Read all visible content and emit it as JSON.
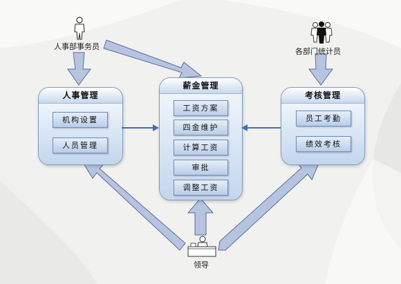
{
  "actors": {
    "hr_clerk": {
      "label": "人事部事务员"
    },
    "dept_stats": {
      "label": "各部门统计员"
    },
    "leader": {
      "label": "领导"
    }
  },
  "modules": {
    "hr": {
      "title": "人事管理",
      "items": [
        "机构设置",
        "人员管理"
      ]
    },
    "salary": {
      "title": "薪金管理",
      "items": [
        "工资方案",
        "四金维护",
        "计算工资",
        "审批",
        "调整工资"
      ]
    },
    "assessment": {
      "title": "考核管理",
      "items": [
        "员工考勤",
        "绩效考核"
      ]
    }
  },
  "colors": {
    "arrow_fill": "#b6c4e2",
    "arrow_stroke": "#5a6c98",
    "connector": "#3f6fb8"
  }
}
